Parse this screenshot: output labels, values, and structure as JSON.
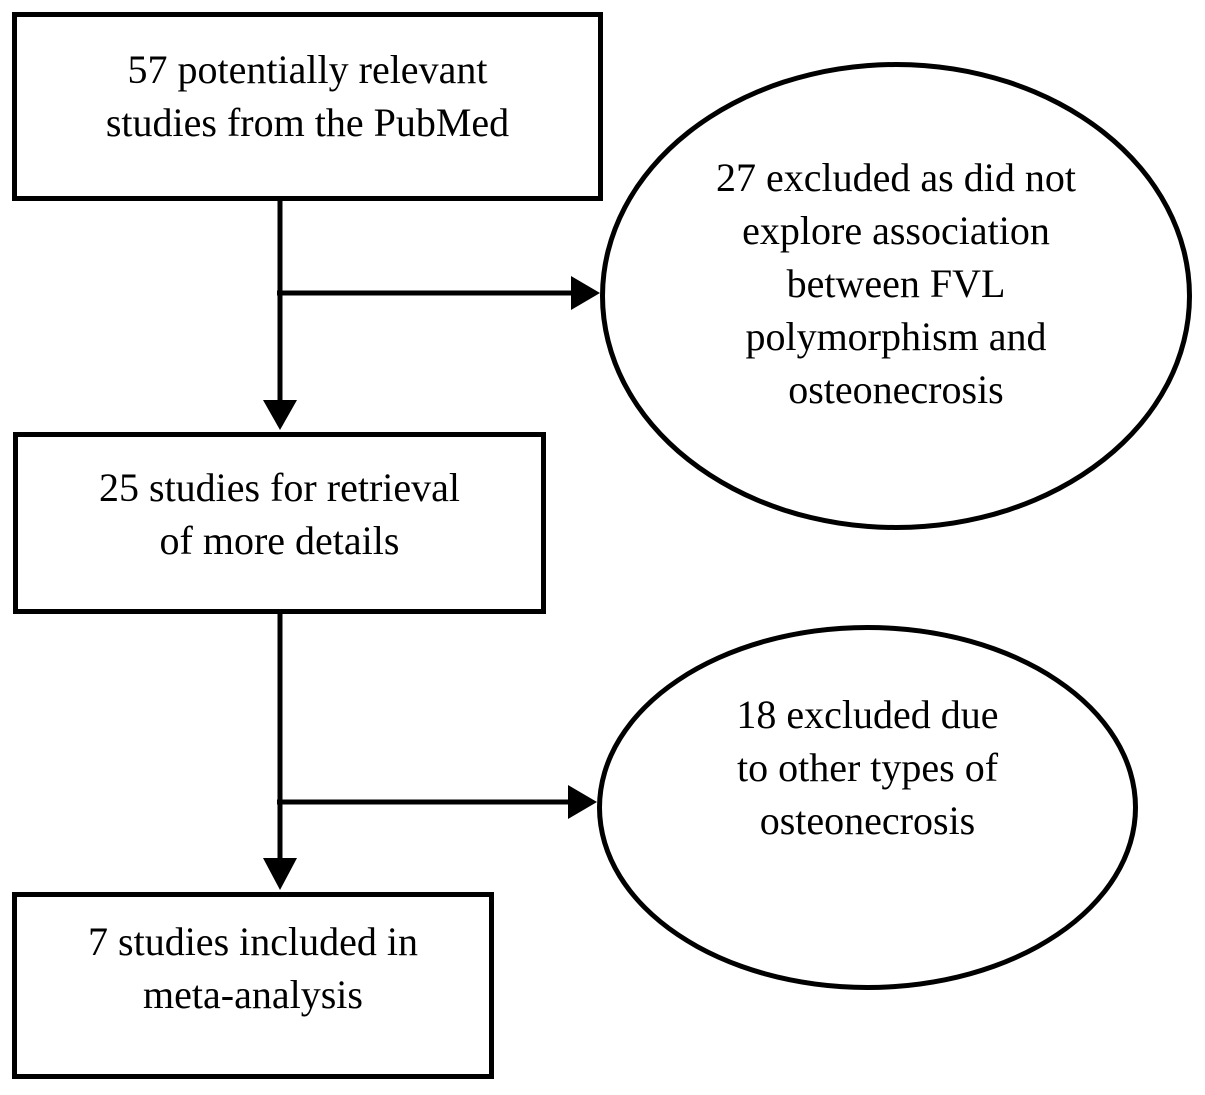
{
  "figure": {
    "type": "flowchart",
    "background_color": "#ffffff",
    "stroke_color": "#000000",
    "text_color": "#000000",
    "nodes": {
      "pubmed_studies": {
        "shape": "rect",
        "lines": [
          "57 potentially relevant",
          "studies from the PubMed"
        ]
      },
      "excluded_no_association": {
        "shape": "ellipse",
        "lines": [
          "27 excluded as did not",
          "explore association",
          "between FVL",
          "polymorphism and",
          "osteonecrosis"
        ]
      },
      "retrieval_studies": {
        "shape": "rect",
        "lines": [
          "25 studies for retrieval",
          "of more details"
        ]
      },
      "excluded_other_types": {
        "shape": "ellipse",
        "lines": [
          "18 excluded due",
          "to other types of",
          "osteonecrosis"
        ]
      },
      "included_meta_analysis": {
        "shape": "rect",
        "lines": [
          "7 studies included in",
          "meta-analysis"
        ]
      }
    },
    "edges": [
      {
        "from": "pubmed_studies",
        "to": "excluded_no_association",
        "direction": "right"
      },
      {
        "from": "pubmed_studies",
        "to": "retrieval_studies",
        "direction": "down"
      },
      {
        "from": "retrieval_studies",
        "to": "excluded_other_types",
        "direction": "right"
      },
      {
        "from": "retrieval_studies",
        "to": "included_meta_analysis",
        "direction": "down"
      }
    ]
  }
}
